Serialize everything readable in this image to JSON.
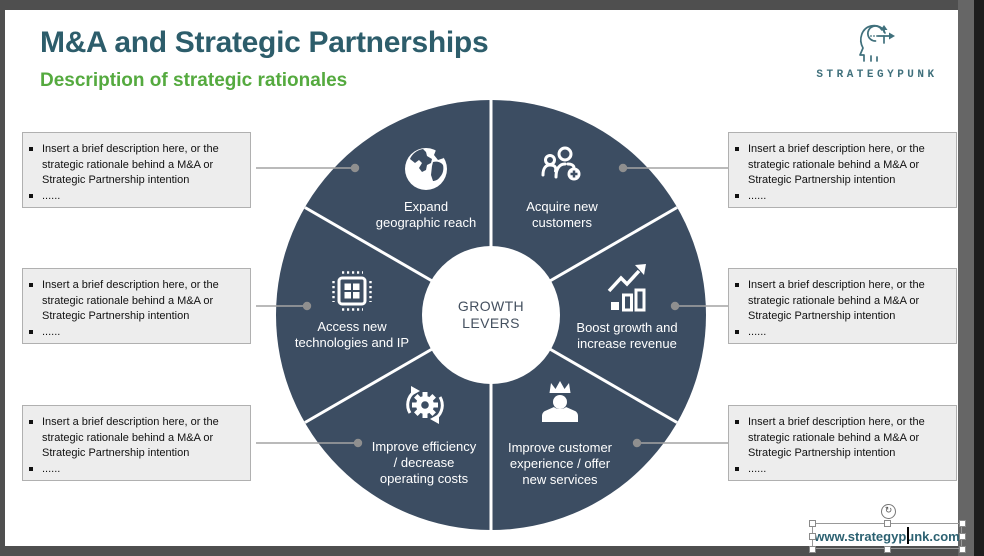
{
  "header": {
    "title": "M&A and Strategic Partnerships",
    "subtitle": "Description of strategic rationales"
  },
  "logo": {
    "brand": "STRATEGYPUNK"
  },
  "diagram": {
    "center": {
      "lines": [
        "GROWTH",
        "LEVERS"
      ]
    },
    "segments": [
      {
        "label": "Expand geographic reach",
        "lines": [
          "Expand",
          "geographic reach"
        ],
        "icon": "globe-icon"
      },
      {
        "label": "Acquire new customers",
        "lines": [
          "Acquire new",
          "customers"
        ],
        "icon": "people-add-icon"
      },
      {
        "label": "Boost growth and increase revenue",
        "lines": [
          "Boost growth and",
          "increase revenue"
        ],
        "icon": "bar-chart-growth-icon"
      },
      {
        "label": "Improve customer experience / offer new services",
        "lines": [
          "Improve customer",
          "experience / offer",
          "new services"
        ],
        "icon": "crowned-customer-icon"
      },
      {
        "label": "Improve efficiency / decrease operating costs",
        "lines": [
          "Improve efficiency",
          "/ decrease",
          "operating costs"
        ],
        "icon": "gear-refresh-icon"
      },
      {
        "label": "Access new technologies and IP",
        "lines": [
          "Access new",
          "technologies and IP"
        ],
        "icon": "chip-icon"
      }
    ]
  },
  "description_boxes": [
    {
      "items": [
        "Insert a brief description here, or the strategic rationale behind a M&A or Strategic Partnership intention",
        "......"
      ]
    },
    {
      "items": [
        "Insert a brief description here, or the strategic rationale behind a M&A or Strategic Partnership intention",
        "......"
      ]
    },
    {
      "items": [
        "Insert a brief description here, or the strategic rationale behind a M&A or Strategic Partnership intention",
        "......"
      ]
    },
    {
      "items": [
        "Insert a brief description here, or the strategic rationale behind a M&A or Strategic Partnership intention",
        "......"
      ]
    },
    {
      "items": [
        "Insert a brief description here, or the strategic rationale behind a M&A or Strategic Partnership intention",
        "......"
      ]
    },
    {
      "items": [
        "Insert a brief description here, or the strategic rationale behind a M&A or Strategic Partnership intention",
        "......"
      ]
    }
  ],
  "footer": {
    "url": "www.strategypunk.com"
  },
  "colors": {
    "title": "#2d5d6b",
    "subtitle": "#55aa3f",
    "wheel": "#3c4d62",
    "box_background": "#ededed",
    "footer_link": "#2c6171"
  }
}
